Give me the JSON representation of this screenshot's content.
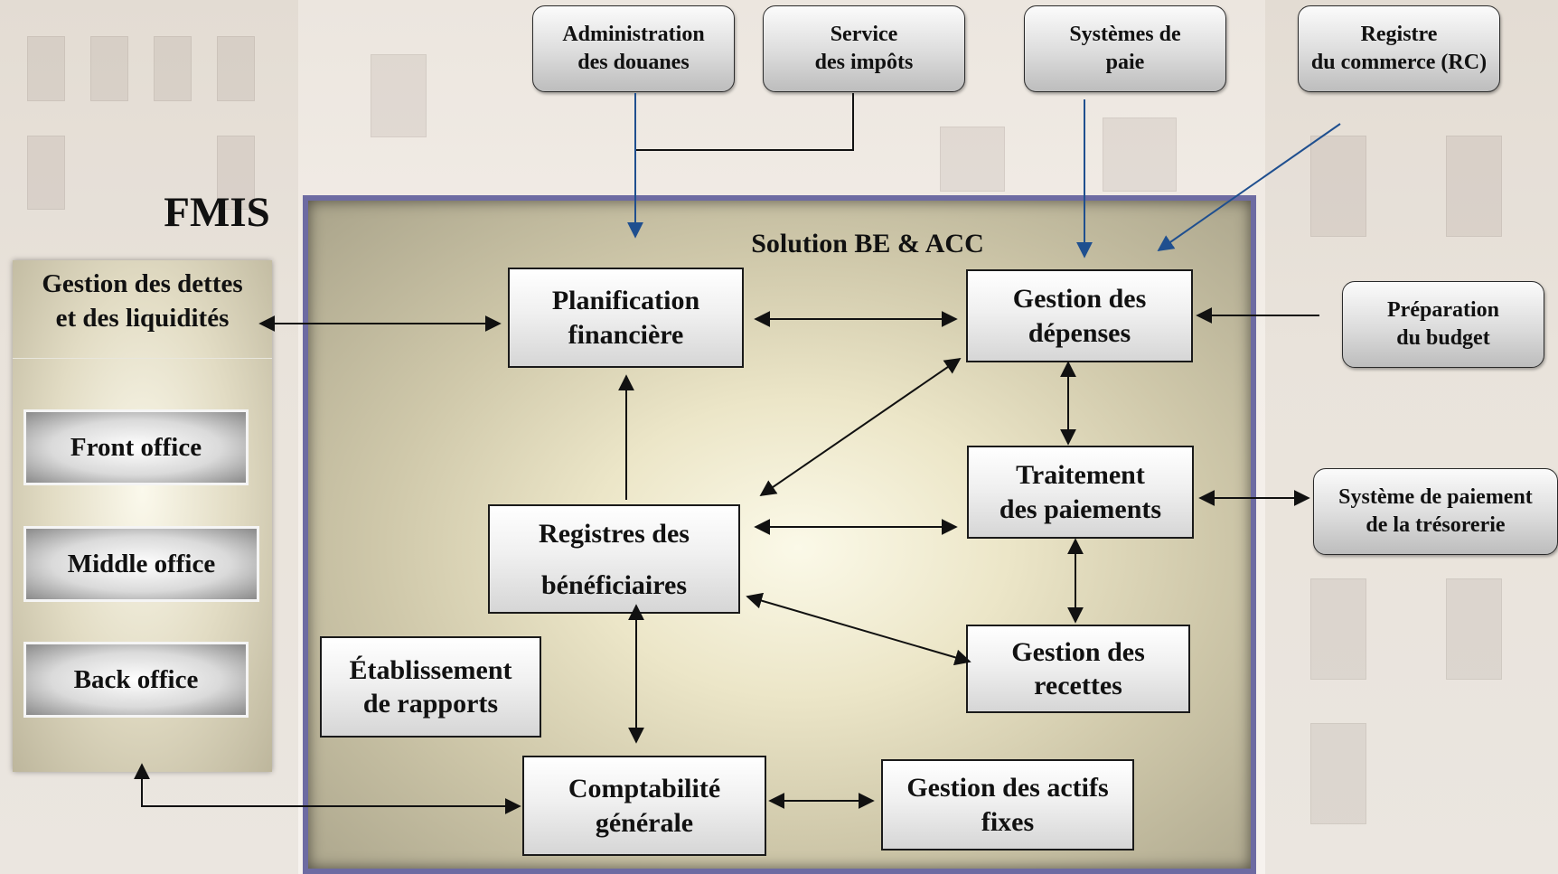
{
  "diagram": {
    "title": "FMIS",
    "solution_label": "Solution BE & ACC",
    "left_panel": {
      "heading": "Gestion des dettes\net des liquidités",
      "front_office": "Front office",
      "middle_office": "Middle office",
      "back_office": "Back office"
    },
    "external": {
      "douanes": "Administration\ndes douanes",
      "impots": "Service\ndes impôts",
      "paie": "Systèmes de\npaie",
      "rc": "Registre\ndu commerce (RC)",
      "budget": "Préparation\ndu budget",
      "tresorerie": "Système de paiement\nde la trésorerie"
    },
    "modules": {
      "planification": "Planification\nfinancière",
      "depenses": "Gestion des\ndépenses",
      "paiements": "Traitement\ndes paiements",
      "registres": "Registres des\nbénéficiaires",
      "recettes": "Gestion des\nrecettes",
      "rapports": "Établissement\nde rapports",
      "comptabilite": "Comptabilité\ngénérale",
      "actifs": "Gestion des actifs\nfixes"
    }
  },
  "colors": {
    "panel_border": "#6d6ba2",
    "external_arrow": "#1f4f8f",
    "internal_arrow": "#111111"
  }
}
